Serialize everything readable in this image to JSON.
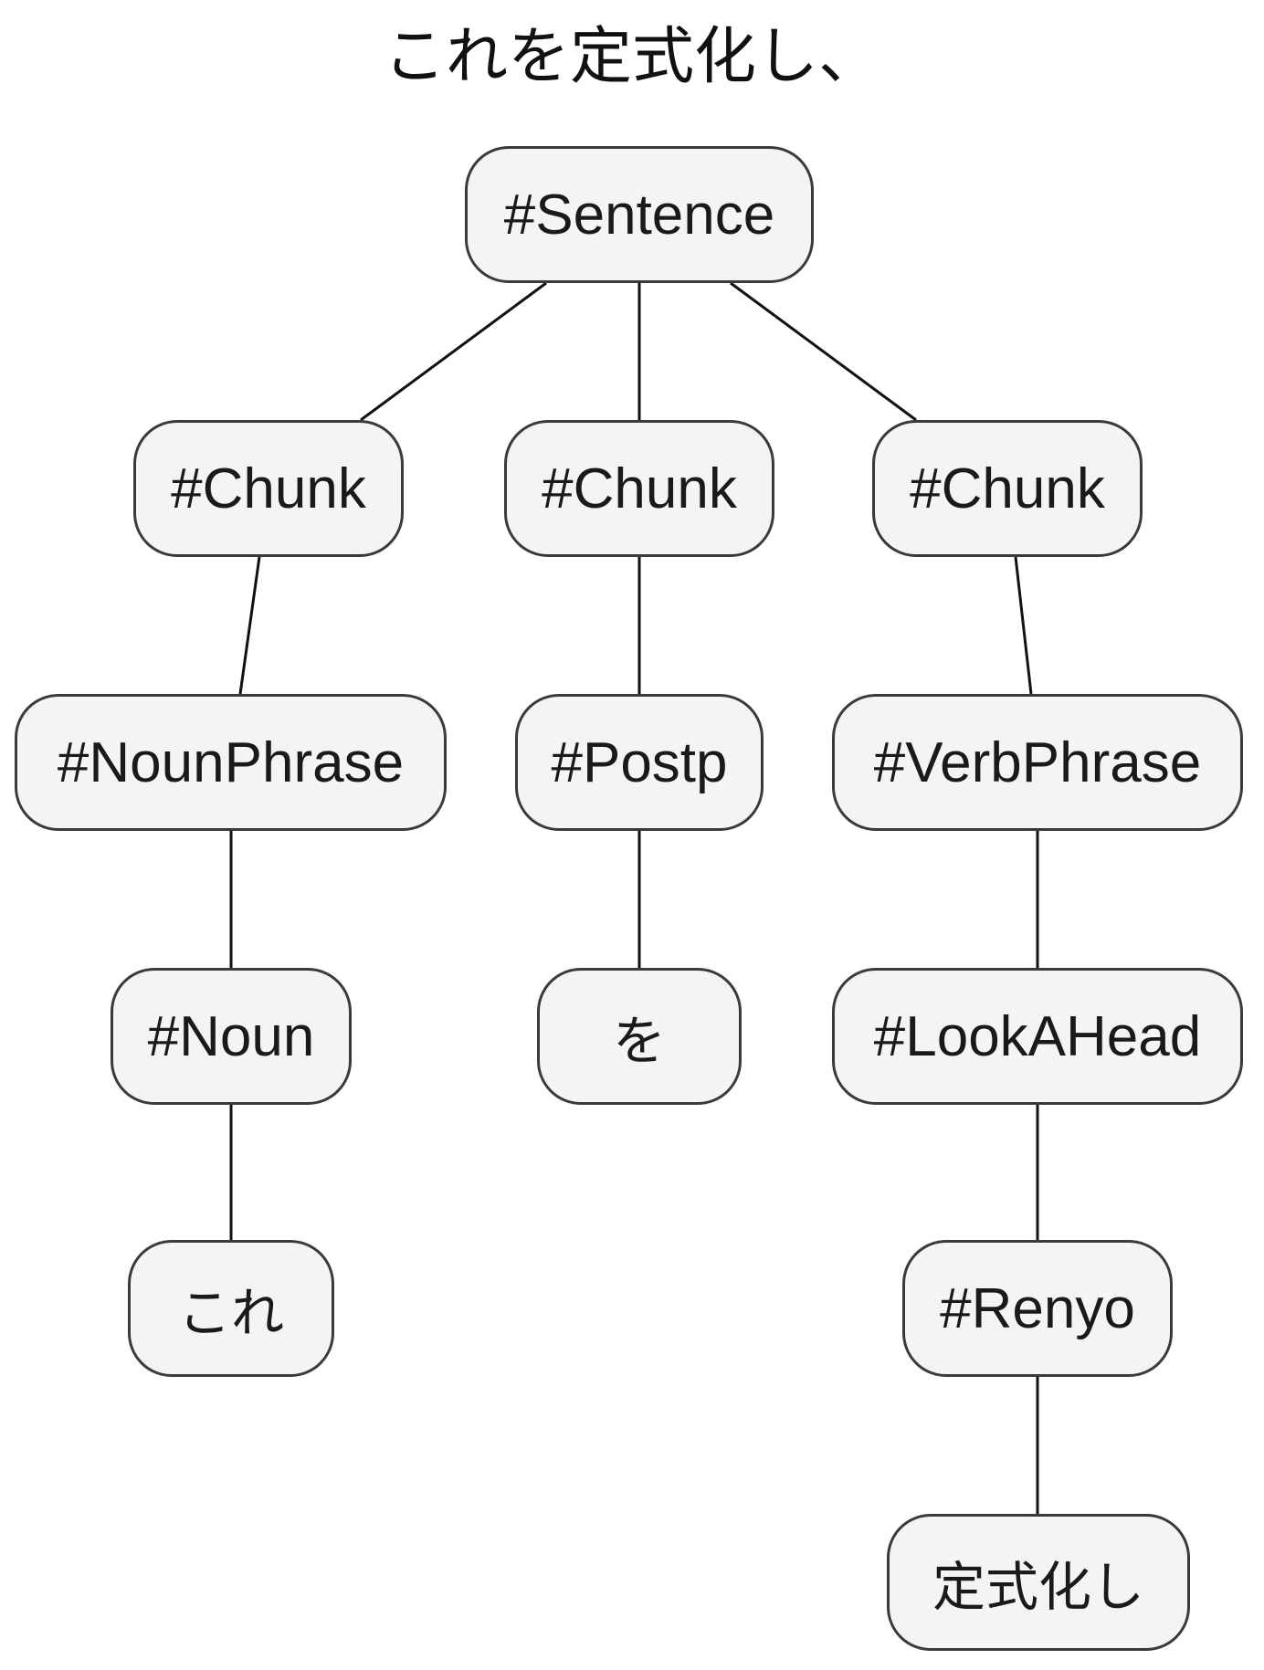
{
  "title": "これを定式化し、",
  "tree": {
    "root": "#Sentence",
    "chunk_1": "#Chunk",
    "chunk_2": "#Chunk",
    "chunk_3": "#Chunk",
    "noun_phrase": "#NounPhrase",
    "postp": "#Postp",
    "verb_phrase": "#VerbPhrase",
    "noun": "#Noun",
    "postp_word": "を",
    "look_ahead": "#LookAHead",
    "noun_word": "これ",
    "renyo": "#Renyo",
    "verb_word": "定式化し"
  },
  "colors": {
    "node_fill": "#f4f4f4",
    "node_border": "#3a3a3a",
    "edge": "#111111",
    "text": "#1a1a1a"
  }
}
